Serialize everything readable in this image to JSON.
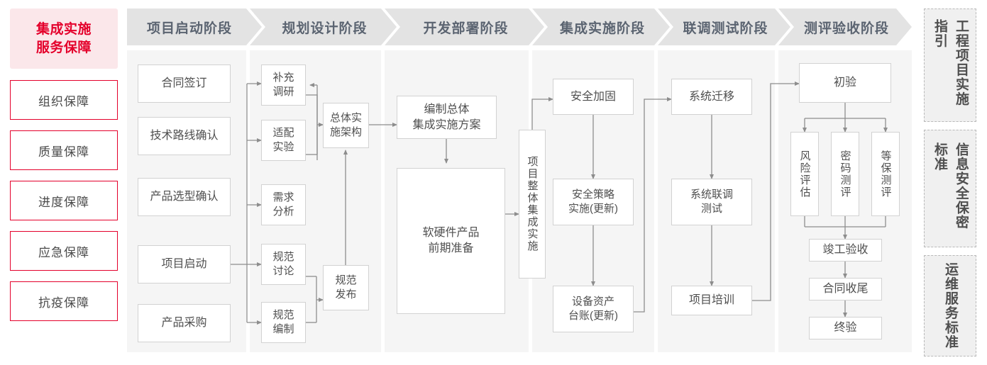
{
  "left_panel": {
    "title": "集成实施\n服务保障",
    "title_line1": "集成实施",
    "title_line2": "服务保障",
    "items": [
      {
        "label": "组织保障"
      },
      {
        "label": "质量保障"
      },
      {
        "label": "进度保障"
      },
      {
        "label": "应急保障"
      },
      {
        "label": "抗疫保障"
      }
    ]
  },
  "phases": [
    {
      "id": "p1",
      "title": "项目启动阶段"
    },
    {
      "id": "p2",
      "title": "规划设计阶段"
    },
    {
      "id": "p3",
      "title": "开发部署阶段"
    },
    {
      "id": "p4",
      "title": "集成实施阶段"
    },
    {
      "id": "p5",
      "title": "联调测试阶段"
    },
    {
      "id": "p6",
      "title": "测评验收阶段"
    }
  ],
  "nodes": {
    "n1_1": "合同签订",
    "n1_2": "技术路线确认",
    "n1_3": "产品选型确认",
    "n1_4": "项目启动",
    "n1_5": "产品采购",
    "n2_1_l1": "补充",
    "n2_1_l2": "调研",
    "n2_2_l1": "适配",
    "n2_2_l2": "实验",
    "n2_3_l1": "需求",
    "n2_3_l2": "分析",
    "n2_4_l1": "规范",
    "n2_4_l2": "讨论",
    "n2_5_l1": "规范",
    "n2_5_l2": "编制",
    "n2_6_l1": "总体实",
    "n2_6_l2": "施架构",
    "n2_7_l1": "规范",
    "n2_7_l2": "发布",
    "n3_1_l1": "编制总体",
    "n3_1_l2": "集成实施方案",
    "n3_2_l1": "软硬件产品",
    "n3_2_l2": "前期准备",
    "n4_0": "项目整体集成实施",
    "n4_1": "安全加固",
    "n4_2_l1": "安全策略",
    "n4_2_l2": "实施(更新)",
    "n4_3_l1": "设备资产",
    "n4_3_l2": "台账(更新)",
    "n5_1": "系统迁移",
    "n5_2_l1": "系统联调",
    "n5_2_l2": "测试",
    "n5_3": "项目培训",
    "n6_1": "初验",
    "n6_2": "风险评估",
    "n6_3": "密码测评",
    "n6_4": "等保测评",
    "n6_5": "竣工验收",
    "n6_6": "合同收尾",
    "n6_7": "终验"
  },
  "sidebar": {
    "items": [
      {
        "label": "工程项目实施指引"
      },
      {
        "label": "信息安全保密标准"
      },
      {
        "label": "运维服务标准"
      }
    ]
  },
  "colors": {
    "accent_red": "#e4002b",
    "accent_red_bg": "#fbe7ea",
    "banner_bg": "#e3e3e3",
    "banner_text": "#5b6471",
    "panel_bg": "#f5f5f5",
    "node_border": "#d2d2d2",
    "node_text": "#4f4f4f",
    "wire": "#8d8d8d",
    "sidebar_bg": "#f0f0f0",
    "sidebar_border": "#b9b9b9"
  }
}
